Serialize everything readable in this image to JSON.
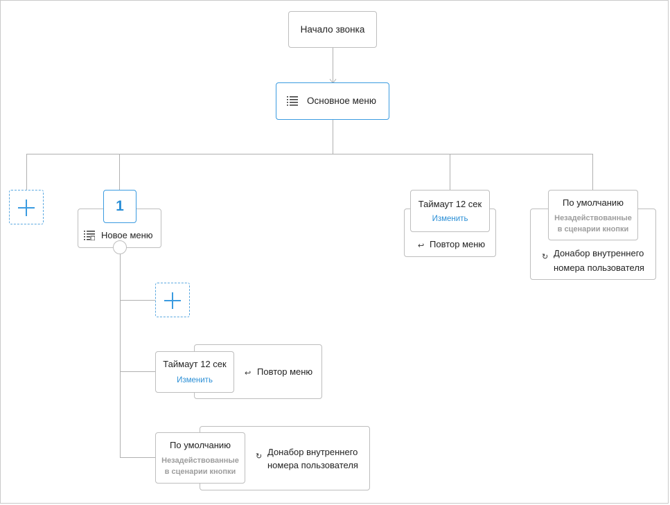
{
  "start_node": {
    "label": "Начало звонка"
  },
  "main_menu": {
    "label": "Основное меню",
    "icon": "list-icon"
  },
  "new_menu": {
    "badge": "1",
    "label": "Новое меню",
    "icon": "list-number-icon"
  },
  "timeout_top": {
    "title": "Таймаут 12 сек",
    "action": "Изменить",
    "result": "Повтор меню",
    "result_icon": "repeat-icon"
  },
  "default_top": {
    "title": "По умолчанию",
    "note_line1": "Незадействованные",
    "note_line2": "в сценарии кнопки",
    "result_line1": "Донабор внутреннего",
    "result_line2": "номера пользователя",
    "result_icon": "redial-icon"
  },
  "timeout_sub": {
    "title": "Таймаут 12 сек",
    "action": "Изменить",
    "result": "Повтор меню",
    "result_icon": "repeat-icon"
  },
  "default_sub": {
    "title": "По умолчанию",
    "note_line1": "Незадействованные",
    "note_line2": "в сценарии кнопки",
    "result_line1": "Донабор внутреннего",
    "result_line2": "номера пользователя",
    "result_icon": "redial-icon"
  },
  "colors": {
    "accent": "#3a9be0",
    "link": "#2b8fd6",
    "border": "#bdbdbd",
    "muted": "#9d9d9d",
    "line": "#b0b0b0"
  }
}
